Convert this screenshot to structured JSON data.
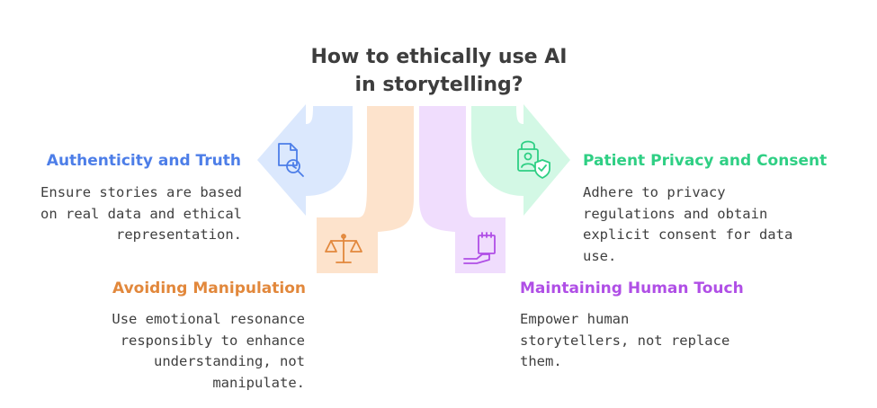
{
  "title": "How to ethically use AI\nin storytelling?",
  "colors": {
    "blue": "#4d7ee8",
    "orange": "#e2883c",
    "purple": "#b04fe6",
    "green": "#2fcf84"
  },
  "items": [
    {
      "heading": "Authenticity and Truth",
      "description": "Ensure stories are based\non real data and ethical\nrepresentation.",
      "icon": "document-search-icon"
    },
    {
      "heading": "Avoiding Manipulation",
      "description": "Use emotional resonance\nresponsibly to enhance\nunderstanding, not\nmanipulate.",
      "icon": "scales-icon"
    },
    {
      "heading": "Maintaining Human Touch",
      "description": "Empower human\nstorytellers, not replace\nthem.",
      "icon": "hand-notepad-icon"
    },
    {
      "heading": "Patient Privacy and Consent",
      "description": "Adhere to privacy\nregulations and obtain\nexplicit consent for data\nuse.",
      "icon": "user-shield-icon"
    }
  ]
}
